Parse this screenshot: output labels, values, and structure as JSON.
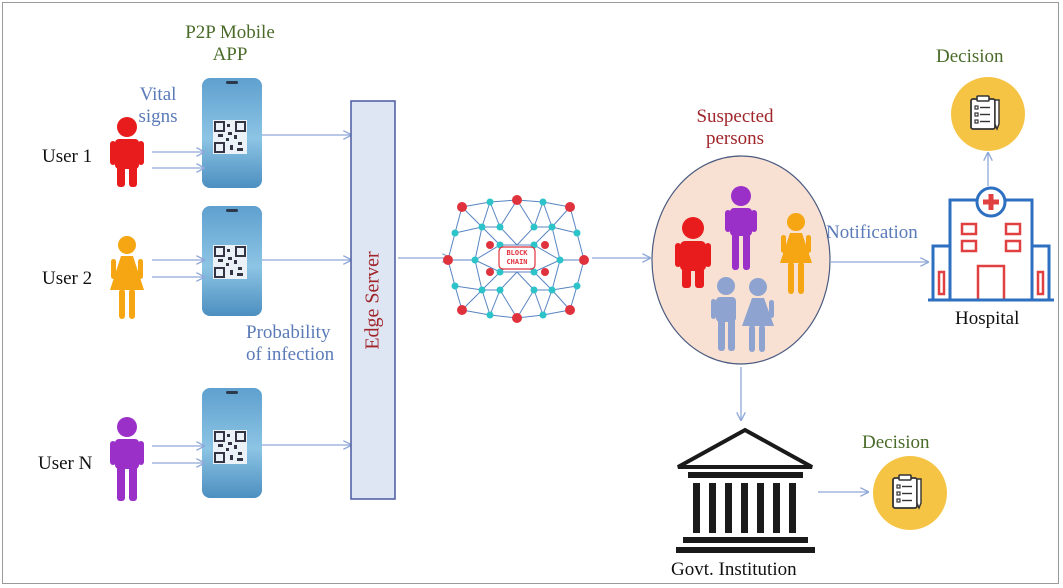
{
  "app": {
    "title": "P2P Mobile APP",
    "title_line1": "P2P Mobile",
    "title_line2": "APP"
  },
  "labels": {
    "vital_line1": "Vital",
    "vital_line2": "signs",
    "prob_line1": "Probability",
    "prob_line2": "of infection",
    "edge_server": "Edge Server",
    "blockchain_line1": "BLOCK",
    "blockchain_line2": "CHAIN",
    "suspected_line1": "Suspected",
    "suspected_line2": "persons",
    "notification": "Notification",
    "hospital": "Hospital",
    "decision_top": "Decision",
    "decision_bottom": "Decision",
    "govt": "Govt. Institution"
  },
  "users": [
    {
      "name": "User 1",
      "color": "#e81c1c"
    },
    {
      "name": "User 2",
      "color": "#f5a612"
    },
    {
      "name": "User N",
      "color": "#9b30c9"
    }
  ],
  "colors": {
    "title_green": "#4a6b2a",
    "label_blue": "#5a7ab8",
    "dark_red": "#a0262b",
    "arrow": "#8fa8d8",
    "server_fill": "#dfe6f3",
    "server_stroke": "#4a5aa0",
    "phone": "#6ea9cf",
    "circle_fill": "#f8e1d3",
    "circle_stroke": "#4a5a80",
    "decision_fill": "#f6c445",
    "hospital_blue": "#2d6fc0",
    "hospital_red": "#e04040",
    "node_red": "#e0323c",
    "node_cyan": "#2cc3c9",
    "person_blue": "#8ea3cf"
  }
}
